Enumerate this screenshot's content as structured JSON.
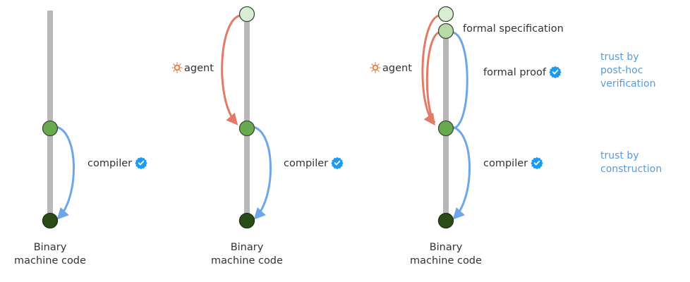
{
  "colors": {
    "rail": "#b8b8b8",
    "node_top": "#d9ecd4",
    "node_spec": "#b7dba8",
    "node_mid": "#6aaa4f",
    "node_bottom": "#2a4d18",
    "node_stroke": "#3a4a35",
    "agent_arrow": "#e07b67",
    "verified_arrow": "#6ea6ea",
    "badge": "#1d9bf0",
    "agent_icon": "#e8773a",
    "trust_text": "#5b9bd5"
  },
  "panels": [
    {
      "id": "compiler-only",
      "compiler_label": "compiler",
      "bottom_caption_line1": "Binary",
      "bottom_caption_line2": "machine code"
    },
    {
      "id": "agent-then-compiler",
      "agent_label": "agent",
      "compiler_label": "compiler",
      "bottom_caption_line1": "Binary",
      "bottom_caption_line2": "machine code"
    },
    {
      "id": "agent-with-formal-proof",
      "agent_label": "agent",
      "spec_label": "formal specification",
      "proof_label": "formal proof",
      "compiler_label": "compiler",
      "bottom_caption_line1": "Binary",
      "bottom_caption_line2": "machine code"
    }
  ],
  "annotations": {
    "post_hoc": [
      "trust by",
      "post-hoc",
      "verification"
    ],
    "construction": [
      "trust by",
      "construction"
    ]
  },
  "icons": {
    "verified": "verified-badge-icon",
    "agent": "agent-sun-icon"
  }
}
